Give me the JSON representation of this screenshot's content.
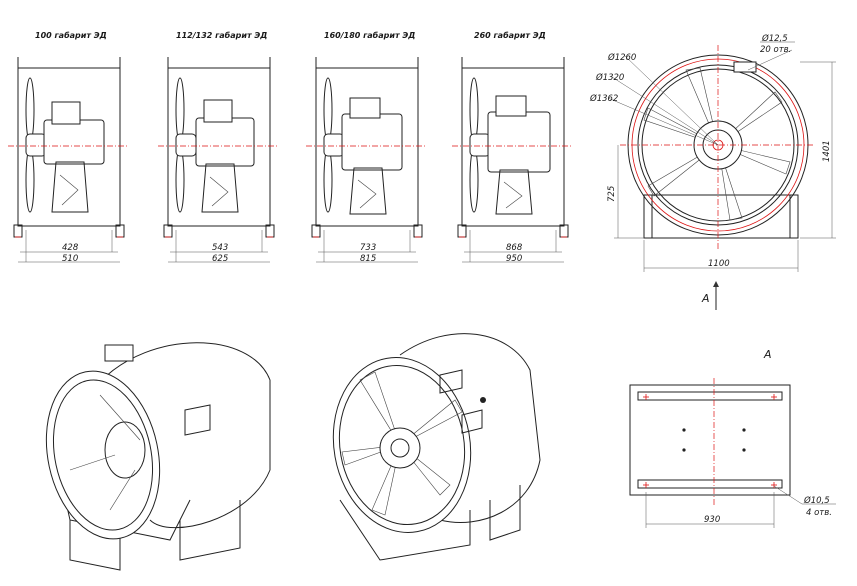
{
  "views": [
    {
      "title": "100 габарит ЭД",
      "dim_inner": "428",
      "dim_outer": "510"
    },
    {
      "title": "112/132 габарит ЭД",
      "dim_inner": "543",
      "dim_outer": "625"
    },
    {
      "title": "160/180 габарит ЭД",
      "dim_inner": "733",
      "dim_outer": "815"
    },
    {
      "title": "260 габарит ЭД",
      "dim_inner": "868",
      "dim_outer": "950"
    }
  ],
  "front": {
    "d1": "Ø1260",
    "d2": "Ø1320",
    "d3": "Ø1362",
    "hole_d": "Ø12,5",
    "hole_n": "20 отв.",
    "height": "1401",
    "axis": "725",
    "width": "1100",
    "arrow": "A"
  },
  "viewA": {
    "title": "A",
    "span": "930",
    "hole_d": "Ø10,5",
    "hole_n": "4 отв."
  },
  "colors": {
    "line": "#222222",
    "accent": "#dd1111"
  }
}
